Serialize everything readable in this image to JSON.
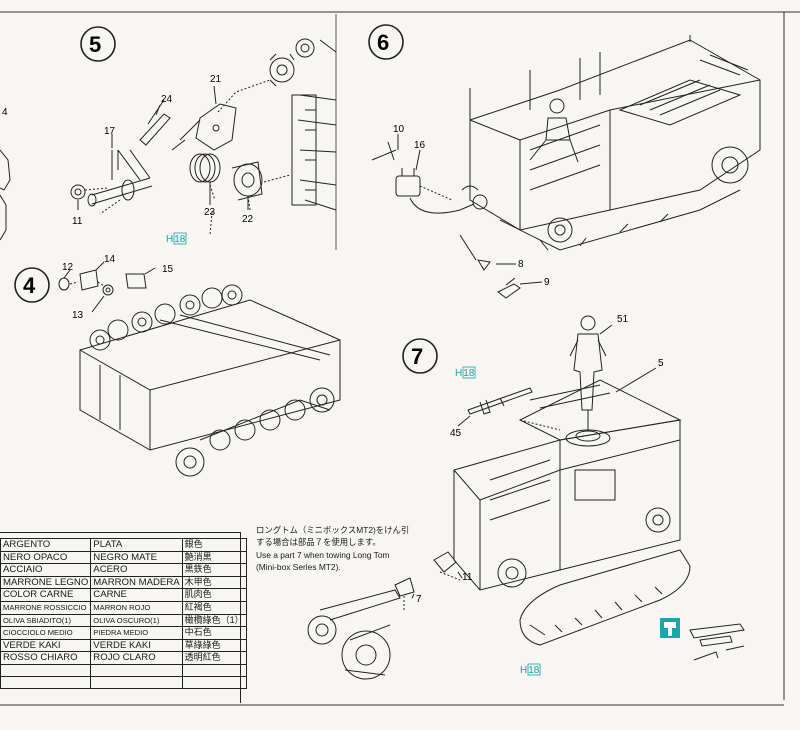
{
  "steps": {
    "step4": "4",
    "step5": "5",
    "step6": "6",
    "step7": "7"
  },
  "parts": {
    "p4": "4",
    "p5": "5",
    "p7": "7",
    "p8": "8",
    "p9": "9",
    "p10": "10",
    "p11a": "11",
    "p11b": "11",
    "p12": "12",
    "p13": "13",
    "p14": "14",
    "p15": "15",
    "p16": "16",
    "p17": "17",
    "p21": "21",
    "p22": "22",
    "p23": "23",
    "p24": "24",
    "p45": "45",
    "p51": "51"
  },
  "paint_codes": {
    "h18_a": "H",
    "h18_a_num": "18",
    "h18_b": "H",
    "h18_b_num": "18",
    "h18_c": "H",
    "h18_c_num": "18"
  },
  "note": {
    "jp_line1": "ロングトム（ミニボックスMT2)をけん引",
    "jp_line2": "する場合は部品７を使用します。",
    "en_line1": "Use a part 7 when towing Long Tom",
    "en_line2": "(Mini-box Series MT2)."
  },
  "paint_table": [
    {
      "it": "ARGENTO",
      "es": "PLATA",
      "jp": "銀色",
      "small": false
    },
    {
      "it": "NERO OPACO",
      "es": "NEGRO MATE",
      "jp": "艶消黒",
      "small": false
    },
    {
      "it": "ACCIAIO",
      "es": "ACERO",
      "jp": "黒鉄色",
      "small": false
    },
    {
      "it": "MARRONE LEGNO",
      "es": "MARRON MADERA",
      "jp": "木甲色",
      "small": false
    },
    {
      "it": "COLOR CARNE",
      "es": "CARNE",
      "jp": "肌肉色",
      "small": false
    },
    {
      "it": "MARRONE ROSSICCIO",
      "es": "MARRON ROJO",
      "jp": "紅褐色",
      "small": true
    },
    {
      "it": "OLIVA SBIADITO(1)",
      "es": "OLIVA OSCURO(1)",
      "jp": "橄欖綠色（1）",
      "small": true
    },
    {
      "it": "CIOCCIOLO MEDIO",
      "es": "PIEDRA MEDIO",
      "jp": "中石色",
      "small": true
    },
    {
      "it": "VERDE KAKI",
      "es": "VERDE KAKI",
      "jp": "草綠綠色",
      "small": false
    },
    {
      "it": "ROSSO CHIARO",
      "es": "ROJO CLARO",
      "jp": "透明紅色",
      "small": false
    },
    {
      "it": "",
      "es": "",
      "jp": "",
      "small": false
    },
    {
      "it": "",
      "es": "",
      "jp": "",
      "small": false
    }
  ]
}
